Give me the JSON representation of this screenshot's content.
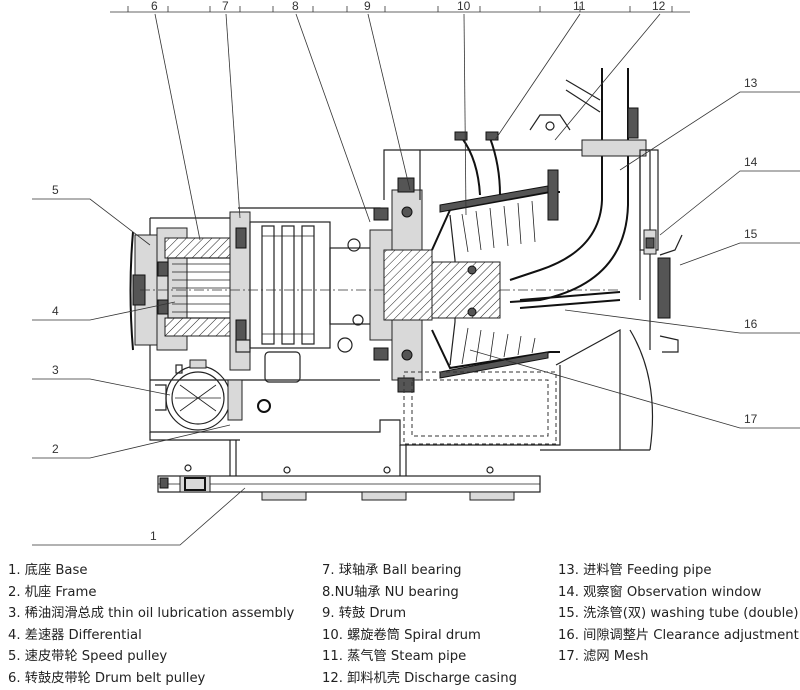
{
  "callouts": [
    "6",
    "7",
    "8",
    "9",
    "10",
    "11",
    "12",
    "13",
    "14",
    "15",
    "16",
    "17",
    "5",
    "4",
    "3",
    "2",
    "1"
  ],
  "legend": {
    "col1": [
      "1. 底座 Base",
      "2. 机座 Frame",
      "3. 稀油润滑总成 thin oil lubrication assembly",
      "4. 差速器 Differential",
      "5. 速皮带轮 Speed pulley",
      "6. 转鼓皮带轮 Drum belt pulley"
    ],
    "col2": [
      "7. 球轴承 Ball bearing",
      "8.NU轴承 NU bearing",
      "9. 转鼓 Drum",
      "10. 螺旋卷筒 Spiral drum",
      "11. 蒸气管 Steam pipe",
      "12. 卸料机壳 Discharge casing"
    ],
    "col3": [
      "13. 进料管 Feeding pipe",
      "14. 观察窗 Observation window",
      "15. 洗涤管(双) washing tube (double)",
      "16. 间隙调整片 Clearance adjustment",
      "17. 滤网 Mesh"
    ]
  }
}
